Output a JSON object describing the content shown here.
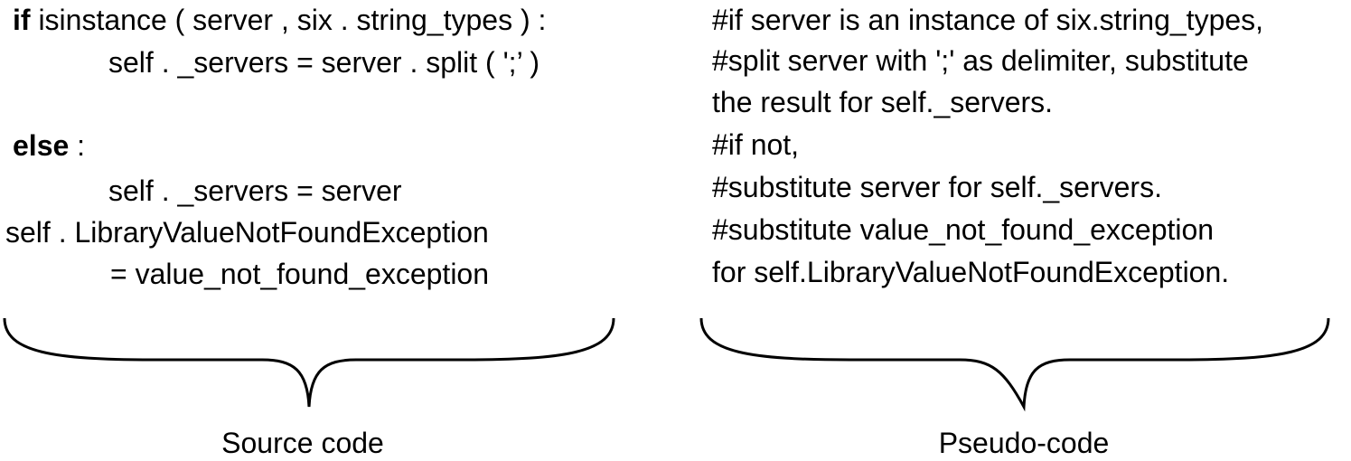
{
  "source": {
    "lines": [
      {
        "kw": "if",
        "text": " isinstance ( server , six . string_types ) :"
      },
      {
        "kw": "",
        "text": "self . _servers = server . split ( ';’ )"
      },
      {
        "kw": "else",
        "text": " :"
      },
      {
        "kw": "",
        "text": "self . _servers = server"
      },
      {
        "kw": "",
        "text": "self . LibraryValueNotFoundException"
      },
      {
        "kw": "",
        "text": "= value_not_found_exception"
      }
    ],
    "caption": "Source code"
  },
  "pseudo": {
    "lines": [
      "#if server is an instance of six.string_types,",
      "#split server with ';' as delimiter, substitute",
      "the result for self._servers.",
      "#if not,",
      "#substitute server for self._servers.",
      "#substitute value_not_found_exception",
      "for self.LibraryValueNotFoundException."
    ],
    "caption": "Pseudo-code"
  }
}
